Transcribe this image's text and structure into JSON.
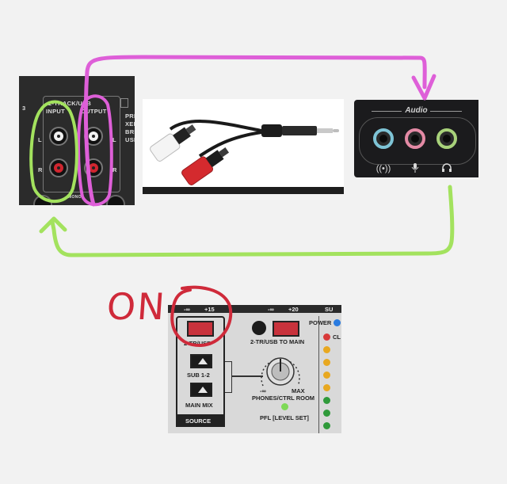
{
  "annotation": {
    "on_label": "ON"
  },
  "mixer_panel": {
    "number": "3",
    "section_label": "2-TRACK/USB",
    "input_label": "INPUT",
    "output_label": "OUTPUT",
    "l_left": "L",
    "r_left": "R",
    "l_right": "L",
    "r_right": "R",
    "mono_label": "MONO",
    "side_fragment_1": "PRI",
    "side_fragment_2": "XEN",
    "side_fragment_3": "BRE",
    "side_fragment_4": "USB"
  },
  "audio_panel": {
    "title": "Audio",
    "ports": [
      "line-in-port",
      "microphone-port",
      "headphone-port"
    ],
    "icons": [
      "line-in-icon",
      "microphone-icon",
      "headphone-icon"
    ]
  },
  "source_panel": {
    "scale_left_1": "-∞",
    "scale_left_2": "+15",
    "scale_mid_1": "-∞",
    "scale_mid_2": "+20",
    "scale_right": "SU",
    "power_label": "POWER",
    "btn_2tr_label": "2-TR/USB",
    "btn_2tr_main_label": "2-TR/USB TO MAIN",
    "btn_sub_label": "SUB 1-2",
    "btn_mainmix_label": "MAIN MIX",
    "source_label": "SOURCE",
    "knob_min": "-∞",
    "knob_max": "MAX",
    "phones_label": "PHONES/CTRL ROOM",
    "pfl_label": "PFL [LEVEL SET]",
    "right_fragment": "CL"
  },
  "colors": {
    "pink_arrow": "#de5fd8",
    "green_arrow": "#a3e25e",
    "red_annotation": "#cf2a3a",
    "button_red": "#c8323c"
  }
}
